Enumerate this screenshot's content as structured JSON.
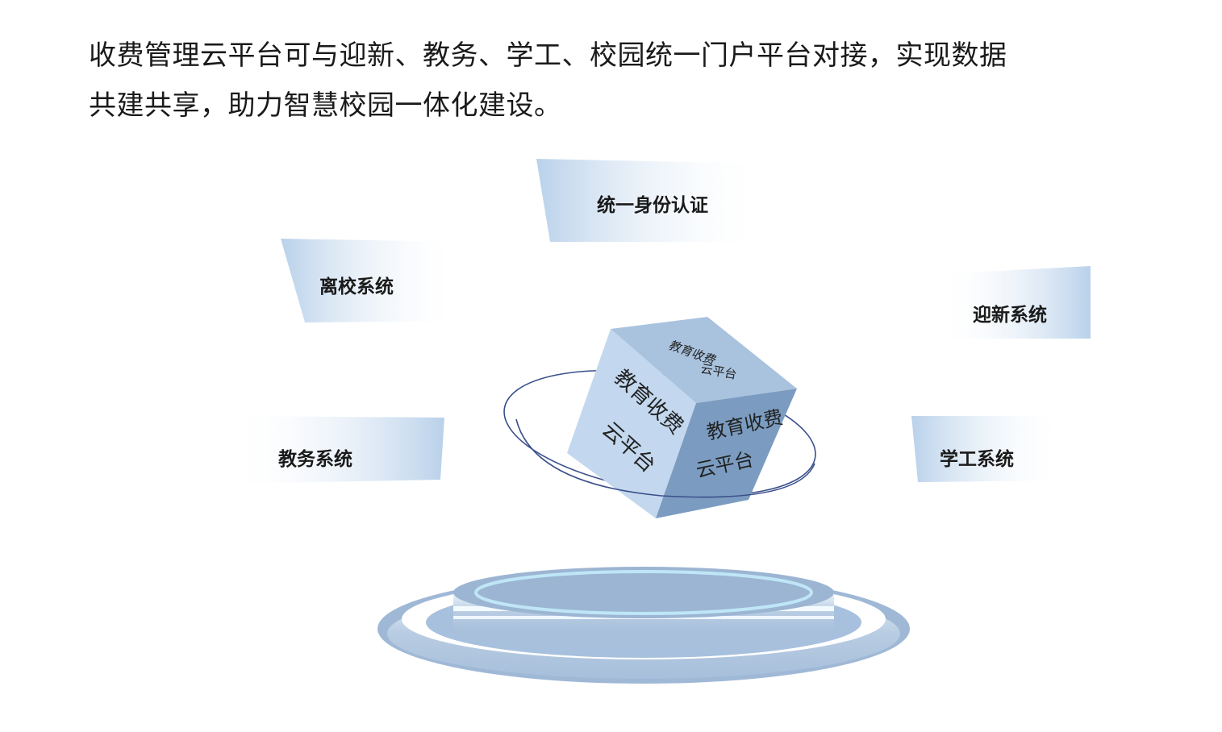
{
  "intro": {
    "line1": "收费管理云平台可与迎新、教务、学工、校园统一门户平台对接，实现数据",
    "line2": "共建共享，助力智慧校园一体化建设。"
  },
  "systems": [
    {
      "label": "统一身份认证"
    },
    {
      "label": "离校系统"
    },
    {
      "label": "迎新系统"
    },
    {
      "label": "教务系统"
    },
    {
      "label": "学工系统"
    }
  ],
  "cube": {
    "line1": "教育收费",
    "line2": "云平台"
  },
  "colors": {
    "panel": "#c5d9ee",
    "cube_left": "#c3d8ee",
    "cube_top": "#a9c3df",
    "cube_right": "#7b9cc0",
    "orbit": "#3a4f8a"
  }
}
